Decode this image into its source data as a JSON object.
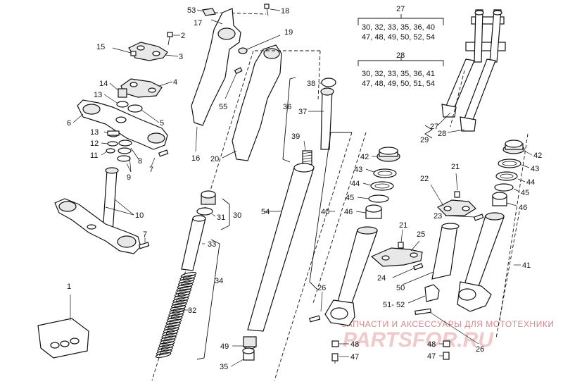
{
  "parts": {
    "p1": "1",
    "p2": "2",
    "p3": "3",
    "p4": "4",
    "p5": "5",
    "p6": "6",
    "p7a": "7",
    "p7b": "7",
    "p8": "8",
    "p9": "9",
    "p10": "10",
    "p11": "11",
    "p12": "12",
    "p13a": "13",
    "p13b": "13",
    "p14": "14",
    "p15": "15",
    "p16": "16",
    "p17": "17",
    "p18": "18",
    "p19": "19",
    "p20": "20",
    "p21a": "21",
    "p21b": "21",
    "p22": "22",
    "p23": "23",
    "p24": "24",
    "p25": "25",
    "p26a": "26",
    "p26b": "26",
    "p27": "27",
    "p28": "28",
    "p29": "29",
    "p30": "30",
    "p31": "31",
    "p32": "32",
    "p33": "33",
    "p34": "34",
    "p35": "35",
    "p36": "36",
    "p37": "37",
    "p38": "38",
    "p39": "39",
    "p40": "40",
    "p41": "41",
    "p42a": "42",
    "p42b": "42",
    "p43a": "43",
    "p43b": "43",
    "p44a": "44",
    "p44b": "44",
    "p45a": "45",
    "p45b": "45",
    "p46a": "46",
    "p46b": "46",
    "p47a": "47",
    "p47b": "47",
    "p48a": "48",
    "p48b": "48",
    "p49": "49",
    "p50": "50",
    "p5152": "51- 52",
    "p53": "53",
    "p54": "54",
    "p55": "55"
  },
  "kits": {
    "k27": {
      "number": "27",
      "line1": "30, 32, 33, 35, 36, 40",
      "line2": "47, 48, 49, 50, 52, 54"
    },
    "k28": {
      "number": "28",
      "line1": "30, 32, 33, 35, 36, 41",
      "line2": "47, 48, 49, 50, 51, 54"
    }
  },
  "inset": {
    "a": "27",
    "b": "28",
    "c": "29"
  },
  "watermark": {
    "line1": "ЗАПЧАСТИ И АКСЕССУАРЫ ДЛЯ МОТОТЕХНИКИ",
    "line2": "PARTSFOR.RU"
  }
}
